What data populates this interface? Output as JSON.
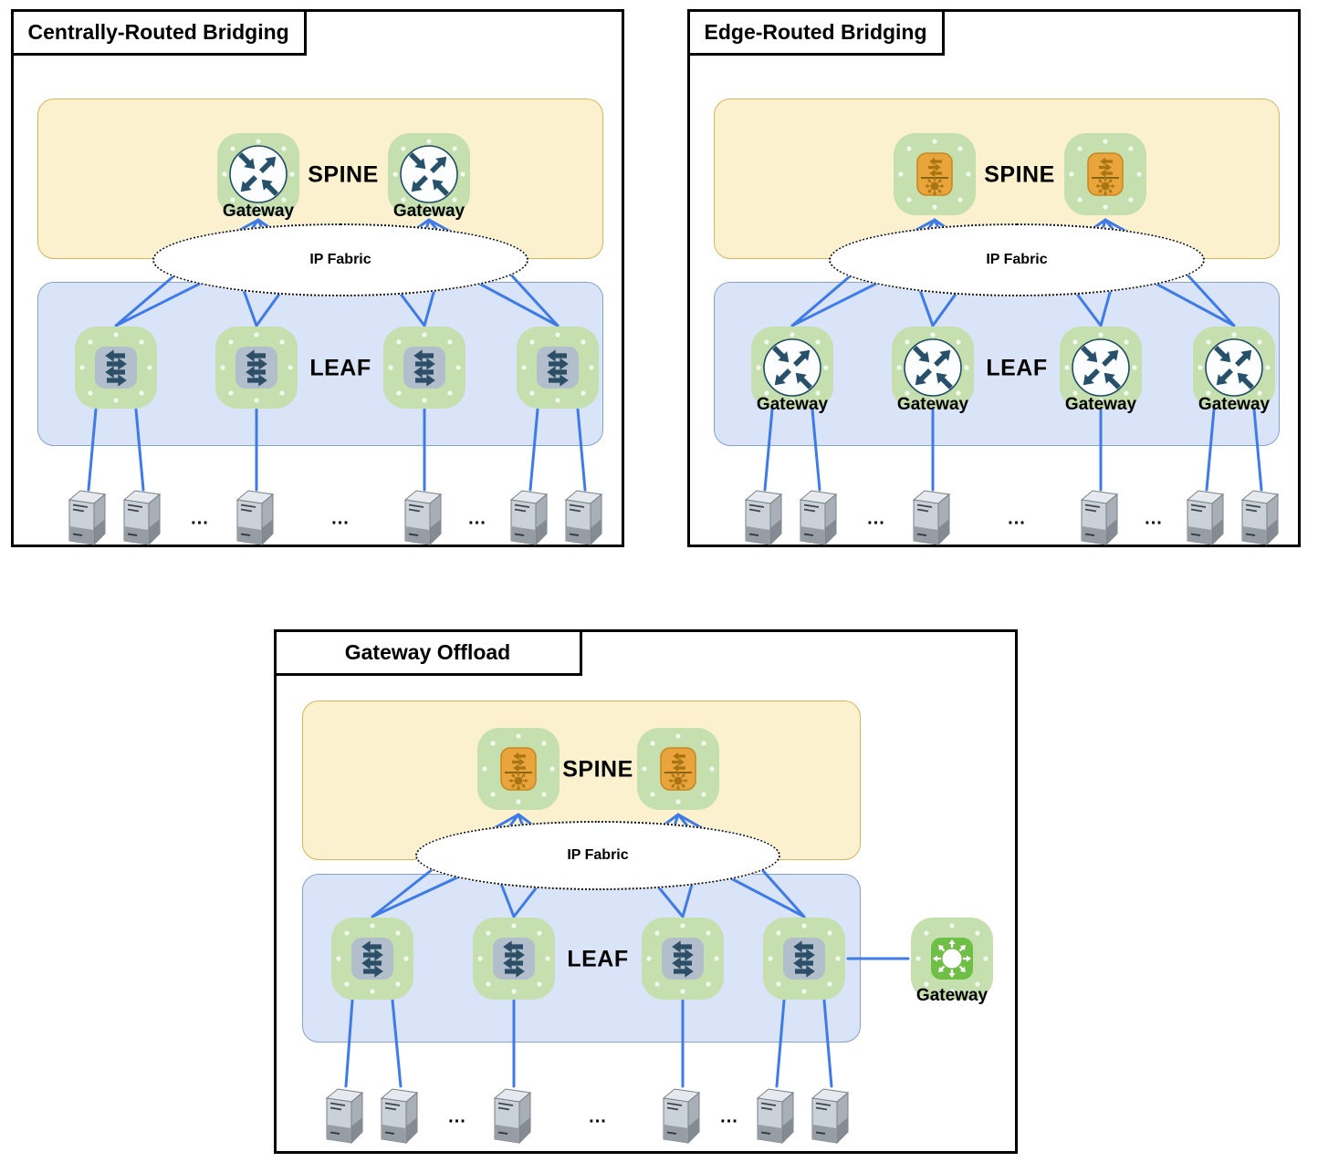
{
  "colors": {
    "connector_blue": "#3E7BE8",
    "spine_band_fill": "#FBF1CF",
    "spine_band_border": "#D5B65E",
    "leaf_band_fill": "#D9E4F8",
    "leaf_band_border": "#84A1D1",
    "node_pad_green": "#C5DFAF",
    "switch_body_gray": "#B2BECC",
    "arrow_navy": "#27506B",
    "l3_switch_orange": "#E9A43C",
    "l3_glyph_brown": "#A87512",
    "gateway_hub_green": "#6FBE45",
    "fabric_fill": "#FFFFFF",
    "fabric_border": "#111111",
    "panel_border": "#000000",
    "server_gray": "#CBD1D8"
  },
  "panels": [
    {
      "title": "Centrally-Routed Bridging",
      "spine_label": "SPINE",
      "leaf_label": "LEAF",
      "fabric_label": "IP Fabric",
      "ellipsis": "...",
      "spine_nodes": [
        {
          "type": "router-gateway",
          "label": "Gateway"
        },
        {
          "type": "router-gateway",
          "label": "Gateway"
        }
      ],
      "leaf_nodes": [
        {
          "type": "l2-switch"
        },
        {
          "type": "l2-switch"
        },
        {
          "type": "l2-switch"
        },
        {
          "type": "l2-switch"
        }
      ],
      "server_groups": [
        2,
        1,
        1,
        2
      ]
    },
    {
      "title": "Edge-Routed Bridging",
      "spine_label": "SPINE",
      "leaf_label": "LEAF",
      "fabric_label": "IP Fabric",
      "ellipsis": "...",
      "spine_nodes": [
        {
          "type": "l3-switch"
        },
        {
          "type": "l3-switch"
        }
      ],
      "leaf_nodes": [
        {
          "type": "router-gateway",
          "label": "Gateway"
        },
        {
          "type": "router-gateway",
          "label": "Gateway"
        },
        {
          "type": "router-gateway",
          "label": "Gateway"
        },
        {
          "type": "router-gateway",
          "label": "Gateway"
        }
      ],
      "server_groups": [
        2,
        1,
        1,
        2
      ]
    },
    {
      "title": "Gateway Offload",
      "spine_label": "SPINE",
      "leaf_label": "LEAF",
      "fabric_label": "IP Fabric",
      "ellipsis": "...",
      "spine_nodes": [
        {
          "type": "l3-switch"
        },
        {
          "type": "l3-switch"
        }
      ],
      "leaf_nodes": [
        {
          "type": "l2-switch"
        },
        {
          "type": "l2-switch"
        },
        {
          "type": "l2-switch"
        },
        {
          "type": "l2-switch"
        }
      ],
      "offload_gateway": {
        "type": "gateway-hub",
        "label": "Gateway"
      },
      "server_groups": [
        2,
        1,
        1,
        2
      ]
    }
  ]
}
